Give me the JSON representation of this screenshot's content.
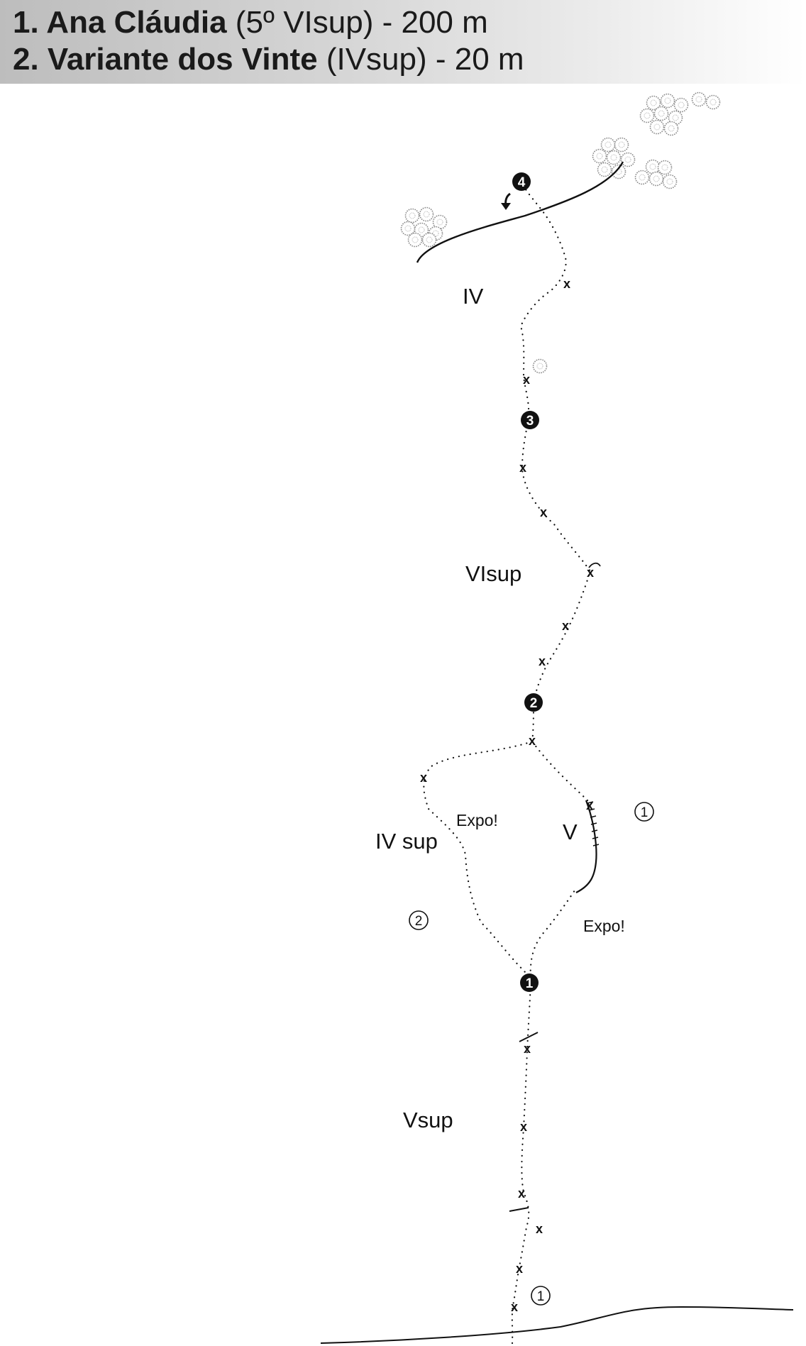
{
  "header": {
    "route1": {
      "name": "1. Ana Cláudia",
      "detail": " (5º VIsup) - 200 m"
    },
    "route2": {
      "name": "2. Variante dos Vinte",
      "detail": " (IVsup) - 20 m"
    }
  },
  "grades": {
    "pitch4": "IV",
    "pitch3": "VIsup",
    "variant": "IV sup",
    "pitch2": "V",
    "pitch1": "Vsup"
  },
  "notes": {
    "expo_variant": "Expo!",
    "expo_main": "Expo!"
  },
  "belays": {
    "b1": "1",
    "b2": "2",
    "b3": "3",
    "b4": "4"
  },
  "route_markers": {
    "r1_upper": "1",
    "r2": "2",
    "r1_base": "1"
  },
  "bolt_symbol": "x",
  "icons": {
    "bush": "bush-icon",
    "rappel": "rappel-arrow-icon"
  }
}
